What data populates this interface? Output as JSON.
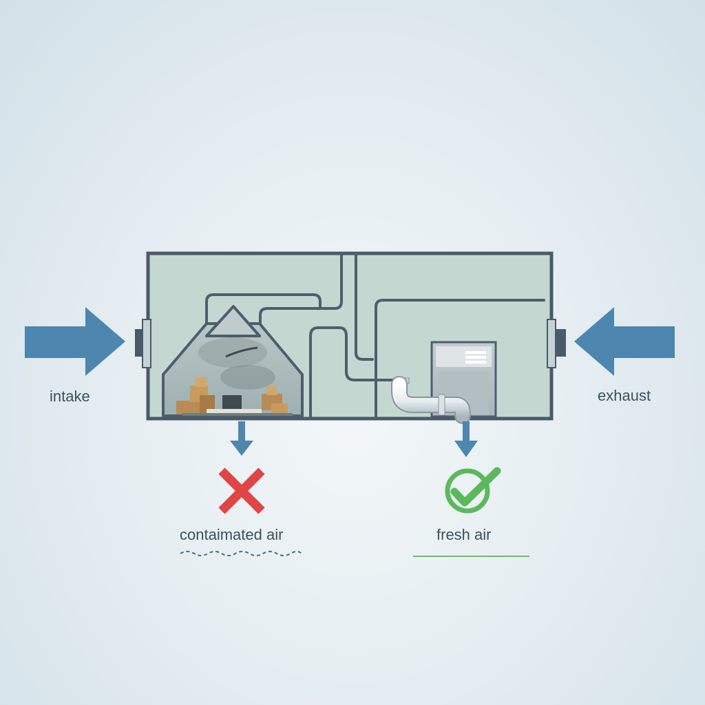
{
  "labels": {
    "intake": "intake",
    "exhaust": "exhaust",
    "contaminated_air": "contaimated air",
    "fresh_air": "fresh air"
  },
  "colors": {
    "arrow_blue": "#4d86ae",
    "frame": "#4a5a68",
    "panel_fill": "#c5d7d1",
    "pipe": "#4d5e6c",
    "cross_red": "#e04545",
    "check_green": "#5cb85c",
    "fresh_underline": "#6fbf5a"
  },
  "icons": {
    "contaminated": "x-mark-icon",
    "fresh": "check-circle-icon"
  }
}
